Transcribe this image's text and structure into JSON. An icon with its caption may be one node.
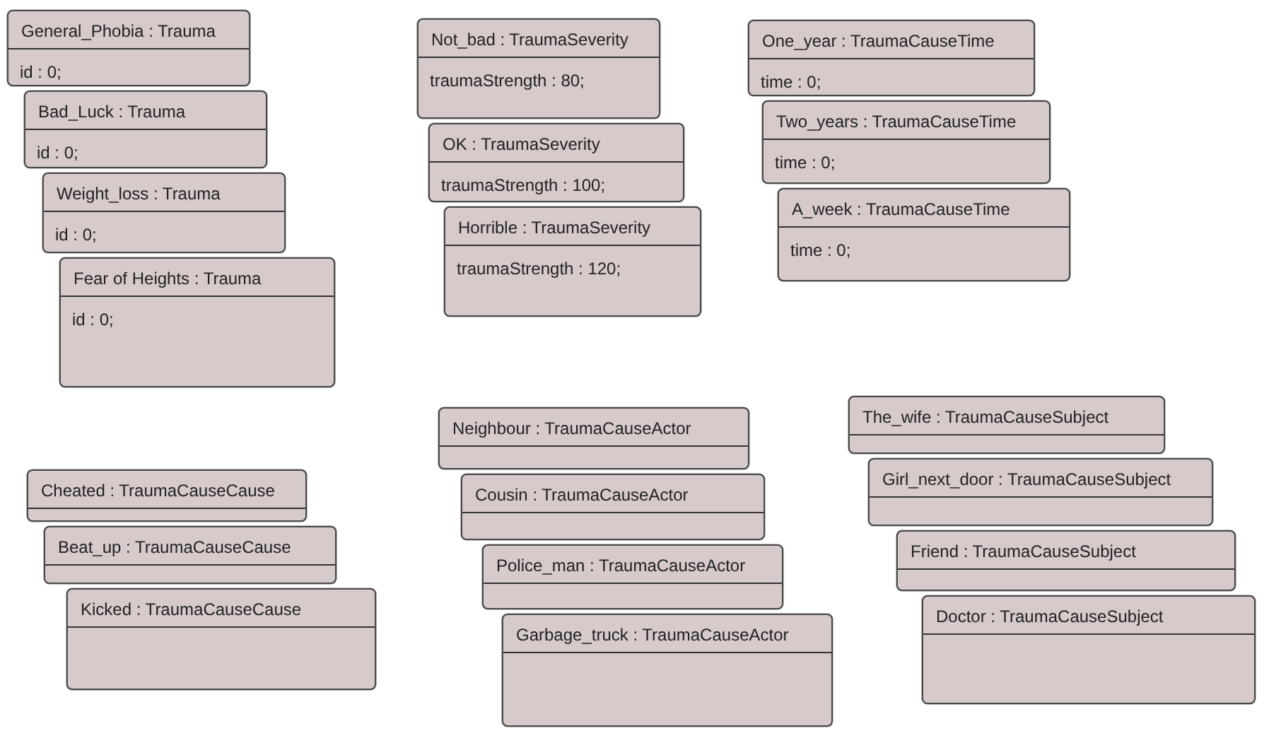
{
  "diagram": {
    "nodes": [
      {
        "text": [
          "General_Phobia : Trauma",
          "id : 0;"
        ]
      },
      {
        "text": [
          "Bad_Luck : Trauma",
          "id : 0;"
        ]
      },
      {
        "text": [
          "Weight_loss : Trauma",
          "id : 0;"
        ]
      },
      {
        "text": [
          "Fear of Heights : Trauma",
          "id : 0;"
        ]
      },
      {
        "text": [
          "Not_bad : TraumaSeverity",
          "traumaStrength : 80;"
        ]
      },
      {
        "text": [
          "OK : TraumaSeverity",
          "traumaStrength : 100;"
        ]
      },
      {
        "text": [
          "Horrible : TraumaSeverity",
          "traumaStrength : 120;"
        ]
      },
      {
        "text": [
          "One_year : TraumaCauseTime",
          "time : 0;"
        ]
      },
      {
        "text": [
          "Two_years : TraumaCauseTime",
          "time : 0;"
        ]
      },
      {
        "text": [
          "A_week : TraumaCauseTime",
          "time : 0;"
        ]
      },
      {
        "text": [
          "Cheated : TraumaCauseCause"
        ]
      },
      {
        "text": [
          "Beat_up : TraumaCauseCause"
        ]
      },
      {
        "text": [
          "Kicked : TraumaCauseCause"
        ]
      },
      {
        "text": [
          "Neighbour : TraumaCauseActor"
        ]
      },
      {
        "text": [
          "Cousin : TraumaCauseActor"
        ]
      },
      {
        "text": [
          "Police_man : TraumaCauseActor"
        ]
      },
      {
        "text": [
          "Garbage_truck : TraumaCauseActor"
        ]
      },
      {
        "text": [
          "The_wife : TraumaCauseSubject"
        ]
      },
      {
        "text": [
          "Girl_next_door : TraumaCauseSubject"
        ]
      },
      {
        "text": [
          "Friend : TraumaCauseSubject"
        ]
      },
      {
        "text": [
          "Doctor : TraumaCauseSubject"
        ]
      }
    ]
  }
}
